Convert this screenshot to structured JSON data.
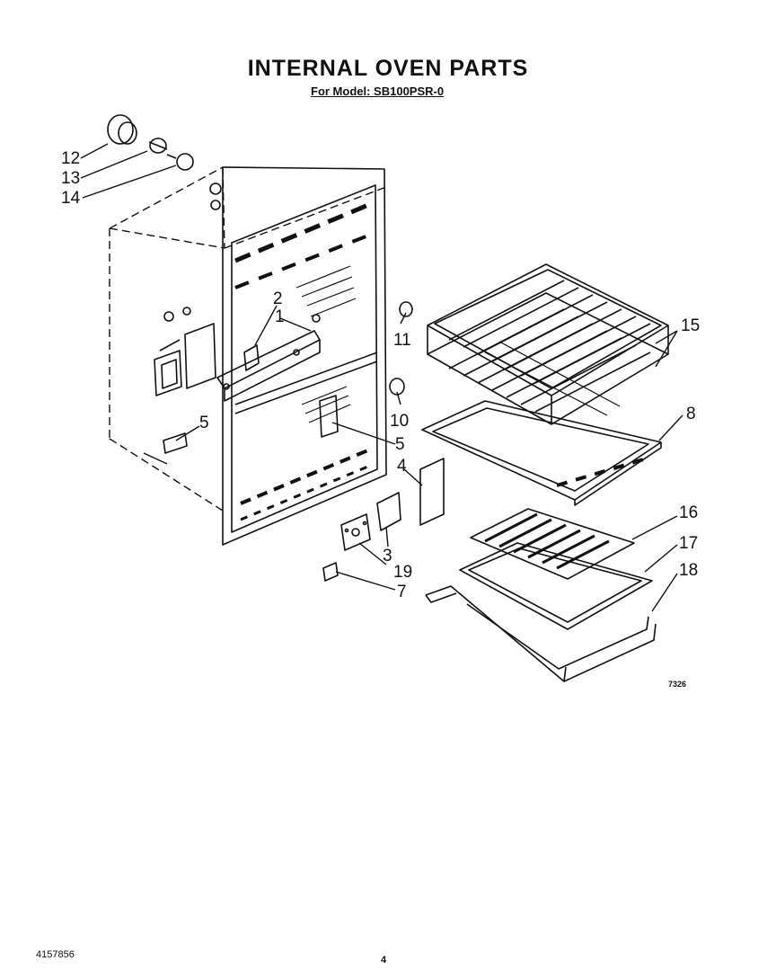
{
  "header": {
    "title": "INTERNAL OVEN PARTS",
    "model_line": "For Model: SB100PSR-0"
  },
  "callouts": {
    "c12": "12",
    "c13": "13",
    "c14": "14",
    "c2": "2",
    "c1": "1",
    "c11": "11",
    "c10": "10",
    "c5a": "5",
    "c5b": "5",
    "c4": "4",
    "c3": "3",
    "c19": "19",
    "c7": "7",
    "c15": "15",
    "c8": "8",
    "c16": "16",
    "c17": "17",
    "c18": "18"
  },
  "figure_number": "7326",
  "footer": {
    "doc_number": "4157856",
    "page": "4"
  }
}
